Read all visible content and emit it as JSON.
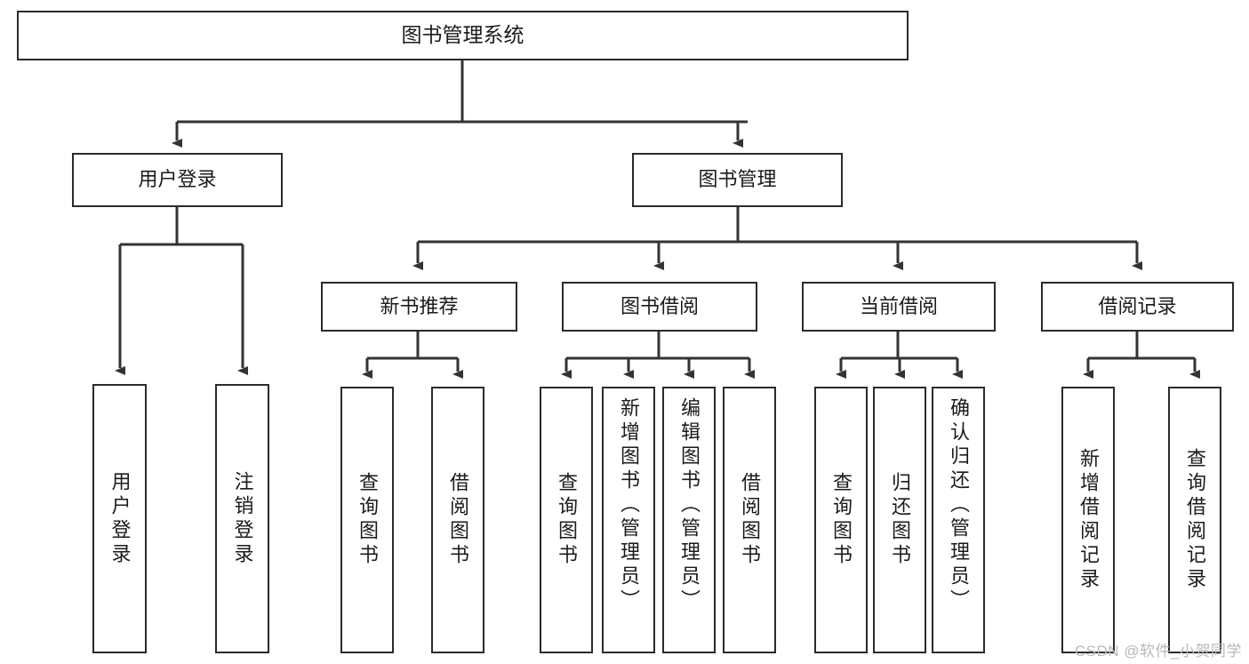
{
  "diagram": {
    "type": "tree-hierarchy",
    "title_node": "图书管理系统",
    "watermark": "CSDN @软件_小贺同学",
    "colors": {
      "box_border": "#2b2b2b",
      "box_fill": "#ffffff",
      "connector": "#333333",
      "text": "#1b1b1b",
      "watermark": "#b9b9b9"
    },
    "nodes": {
      "root": "图书管理系统",
      "level1": [
        {
          "label": "用户登录"
        },
        {
          "label": "图书管理"
        }
      ],
      "level2": [
        {
          "label": "新书推荐"
        },
        {
          "label": "图书借阅"
        },
        {
          "label": "当前借阅"
        },
        {
          "label": "借阅记录"
        }
      ],
      "leaves_user_login": [
        {
          "label": "用户登录"
        },
        {
          "label": "注销登录"
        }
      ],
      "leaves_new_books": [
        {
          "label": "查询图书"
        },
        {
          "label": "借阅图书"
        }
      ],
      "leaves_borrow": [
        {
          "label": "查询图书"
        },
        {
          "label": "新增图书（管理员）"
        },
        {
          "label": "编辑图书（管理员）"
        },
        {
          "label": "借阅图书"
        }
      ],
      "leaves_current": [
        {
          "label": "查询图书"
        },
        {
          "label": "归还图书"
        },
        {
          "label": "确认归还（管理员）"
        }
      ],
      "leaves_records": [
        {
          "label": "新增借阅记录"
        },
        {
          "label": "查询借阅记录"
        }
      ]
    }
  }
}
